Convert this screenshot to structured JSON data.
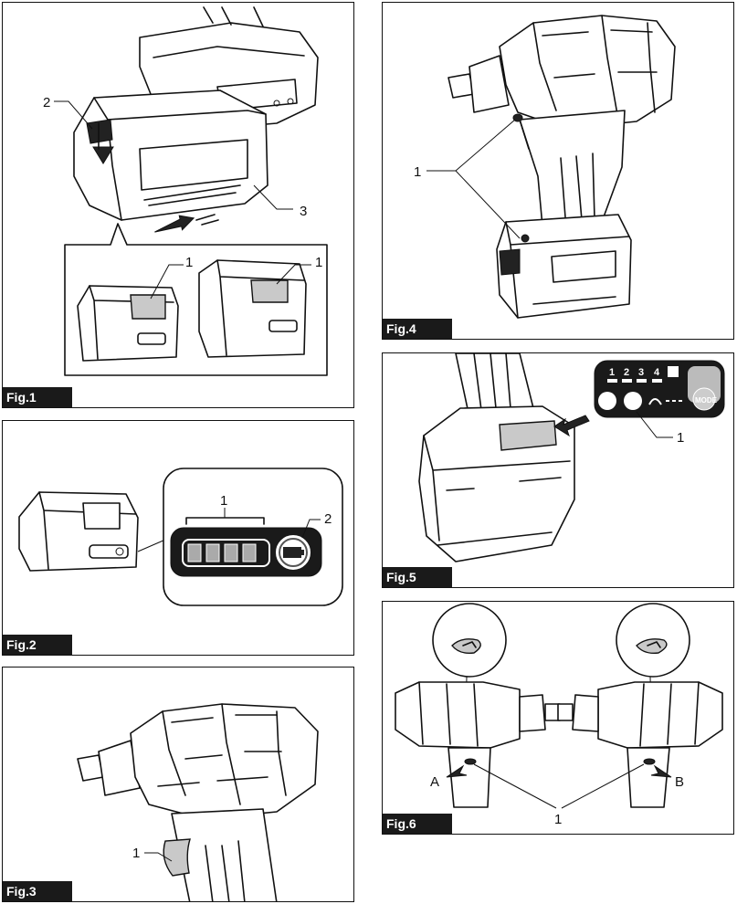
{
  "figures": [
    {
      "tag": "Fig.1",
      "labels": [
        "2",
        "3",
        "1",
        "1"
      ]
    },
    {
      "tag": "Fig.2",
      "labels": [
        "1",
        "2"
      ]
    },
    {
      "tag": "Fig.3",
      "labels": [
        "1"
      ]
    },
    {
      "tag": "Fig.4",
      "labels": [
        "1"
      ]
    },
    {
      "tag": "Fig.5",
      "labels": [
        "1"
      ],
      "panel_keys": [
        "1",
        "2",
        "3",
        "4"
      ],
      "mode_text": "MODE"
    },
    {
      "tag": "Fig.6",
      "labels": [
        "A",
        "B",
        "1"
      ]
    }
  ]
}
